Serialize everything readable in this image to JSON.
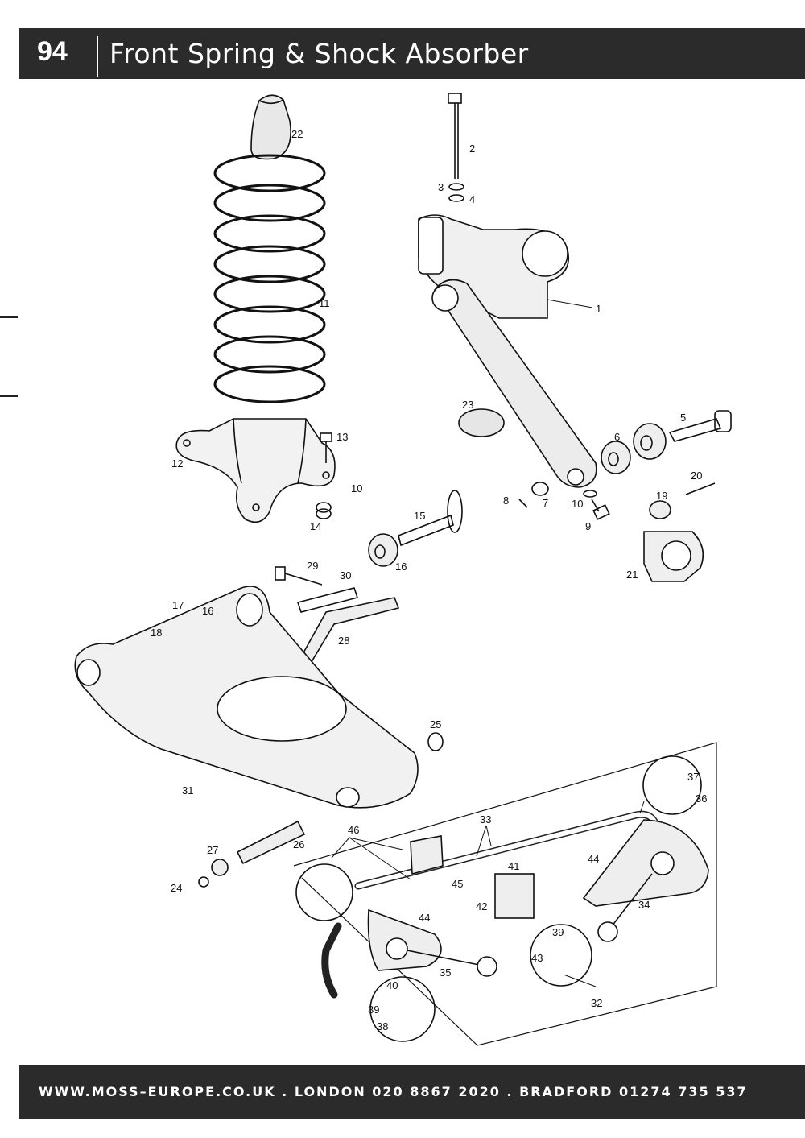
{
  "header": {
    "page_number": "94",
    "title": "Front Spring & Shock Absorber"
  },
  "footer": {
    "text": "WWW.MOSS–EUROPE.CO.UK . LONDON 020 8867 2020 . BRADFORD 01274 735 537"
  },
  "part_labels": {
    "p1": "1",
    "p2": "2",
    "p3": "3",
    "p4": "4",
    "p5": "5",
    "p6": "6",
    "p7": "7",
    "p8": "8",
    "p9": "9",
    "p10a": "10",
    "p10b": "10",
    "p11": "11",
    "p12": "12",
    "p13": "13",
    "p14": "14",
    "p15": "15",
    "p16a": "16",
    "p16b": "16",
    "p17": "17",
    "p18": "18",
    "p19": "19",
    "p20": "20",
    "p21": "21",
    "p22": "22",
    "p23": "23",
    "p24": "24",
    "p25": "25",
    "p26": "26",
    "p27": "27",
    "p28": "28",
    "p29": "29",
    "p30": "30",
    "p31": "31",
    "p32": "32",
    "p33": "33",
    "p34": "34",
    "p35": "35",
    "p36": "36",
    "p37": "37",
    "p38": "38",
    "p39a": "39",
    "p39b": "39",
    "p40": "40",
    "p41": "41",
    "p42": "42",
    "p43": "43",
    "p44a": "44",
    "p44b": "44",
    "p45": "45",
    "p46": "46"
  }
}
